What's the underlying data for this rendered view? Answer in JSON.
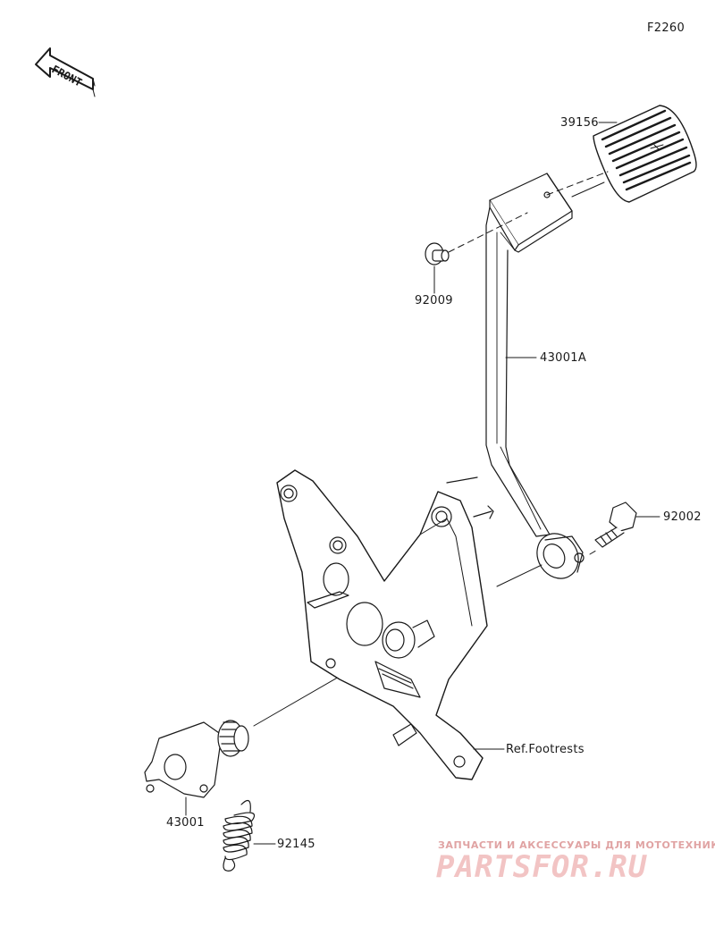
{
  "figure_code": "F2260",
  "front_arrow_text": "FRONT",
  "parts": [
    {
      "number": "39156"
    },
    {
      "number": "92009"
    },
    {
      "number": "43001A"
    },
    {
      "number": "92002"
    },
    {
      "number": "43001"
    },
    {
      "number": "92145"
    }
  ],
  "reference_note": "Ref.Footrests",
  "watermark": {
    "caption": "ЗАПЧАСТИ И АКСЕССУАРЫ ДЛЯ МОТОТЕХНИКИ",
    "brand": "PARTSFOR.RU"
  },
  "colors": {
    "line": "#1a1a1a",
    "pedal_pad": "#b8b8b8",
    "watermark": "#e8a0a0"
  }
}
